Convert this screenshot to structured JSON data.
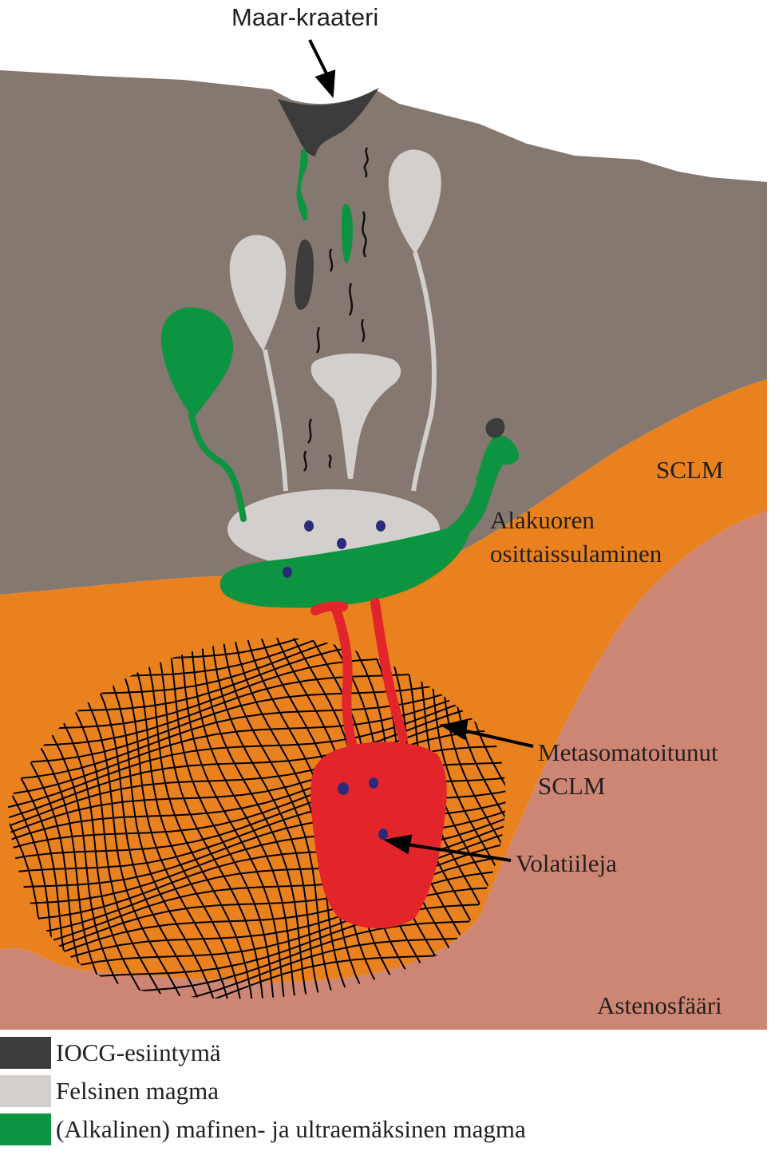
{
  "labels": {
    "maar_crater": "Maar-kraateri",
    "sclm": "SCLM",
    "lower_crust_line1": "Alakuoren",
    "lower_crust_line2": "osittaissulaminen",
    "metasomatized_line1": "Metasomatoitunut",
    "metasomatized_line2": "SCLM",
    "volatiles": "Volatiileja",
    "asthenosphere": "Astenosfääri"
  },
  "legend": [
    {
      "label": "IOCG-esiintymä",
      "color": "#3c3c3c"
    },
    {
      "label": "Felsinen magma",
      "color": "#d3cfcc"
    },
    {
      "label": "(Alkalinen) mafinen- ja ultraemäksinen magma",
      "color": "#0c9441"
    }
  ],
  "colors": {
    "crust": "#857870",
    "sclm": "#e9811f",
    "asthenosphere": "#cd8673",
    "felsic_magma": "#d3cfcc",
    "mafic_magma": "#0c9441",
    "iocg": "#3c3c3c",
    "melt": "#e2252b",
    "volatiles": "#2b2a7a",
    "mesh": "#000000"
  }
}
